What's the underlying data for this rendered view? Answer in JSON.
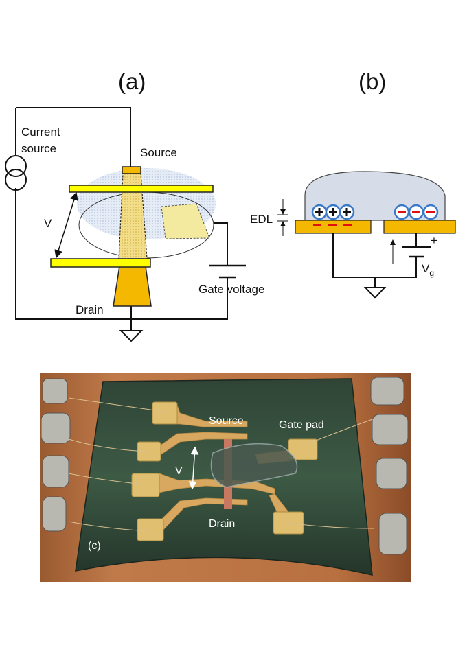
{
  "panel_a": {
    "label": "(a)",
    "current_source_line1": "Current",
    "current_source_line2": "source",
    "source": "Source",
    "v_label": "V",
    "drain": "Drain",
    "gate_voltage": "Gate voltage"
  },
  "panel_b": {
    "label": "(b)",
    "edl": "EDL",
    "plus_sign": "+",
    "vg_main": "V",
    "vg_sub": "g"
  },
  "panel_c": {
    "label": "(c)",
    "source": "Source",
    "gate_pad": "Gate pad",
    "v_label": "V",
    "drain": "Drain"
  },
  "colors": {
    "electrode_yellow": "#ffff00",
    "contact_orange": "#f5b800",
    "electrolyte_blue": "#d6dde8",
    "ion_ring_blue": "#3a78c8",
    "charge_red": "#e01010",
    "channel_yellow": "#f3eaa0"
  }
}
